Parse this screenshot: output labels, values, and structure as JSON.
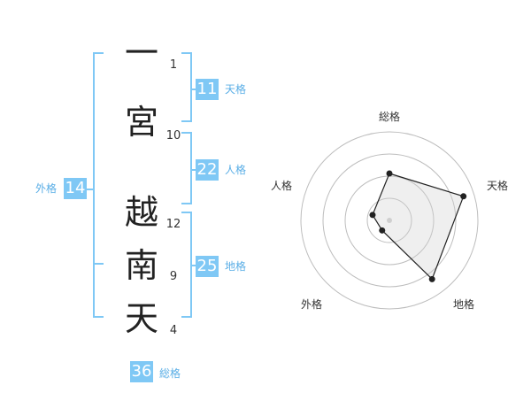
{
  "name": {
    "chars": [
      {
        "char": "一",
        "strokes": "1"
      },
      {
        "char": "宮",
        "strokes": "10"
      },
      {
        "char": "越",
        "strokes": "12"
      },
      {
        "char": "南",
        "strokes": "9"
      },
      {
        "char": "天",
        "strokes": "4"
      }
    ]
  },
  "kakaku": {
    "tenkaku": {
      "value": "11",
      "label": "天格"
    },
    "jinkaku": {
      "value": "22",
      "label": "人格"
    },
    "chikaku": {
      "value": "25",
      "label": "地格"
    },
    "gaikaku": {
      "value": "14",
      "label": "外格"
    },
    "soukaku": {
      "value": "36",
      "label": "総格"
    }
  },
  "colors": {
    "accent": "#7fc8f5",
    "bracket": "#7fc8f5",
    "label": "#5aaee6"
  },
  "chart_data": {
    "type": "radar",
    "axes": [
      "総格",
      "天格",
      "地格",
      "外格",
      "人格"
    ],
    "values": [
      0.53,
      0.88,
      0.82,
      0.14,
      0.2
    ],
    "rings": 4
  }
}
